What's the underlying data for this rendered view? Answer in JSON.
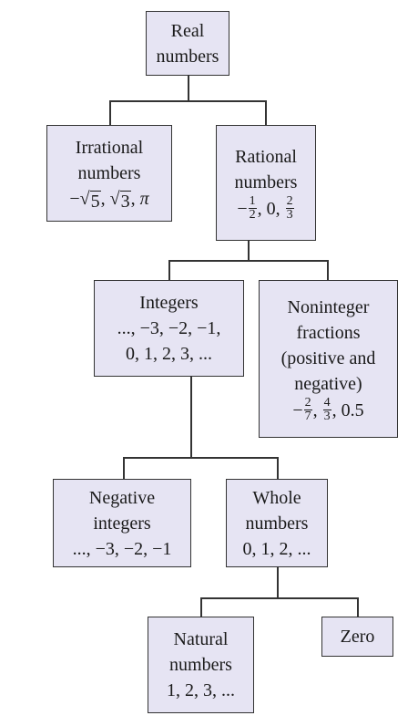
{
  "nodes": {
    "real": {
      "lines": [
        "Real",
        "numbers"
      ]
    },
    "irrational": {
      "lines": [
        "Irrational",
        "numbers"
      ],
      "examples": {
        "minus": "−",
        "rad": "√",
        "a": "5",
        "sep1": ", ",
        "b": "3",
        "sep2": ", ",
        "pi": "π"
      }
    },
    "rational": {
      "lines": [
        "Rational",
        "numbers"
      ],
      "examples": {
        "minus": "−",
        "f1n": "1",
        "f1d": "2",
        "mid": ", 0, ",
        "f2n": "2",
        "f2d": "3"
      }
    },
    "integers": {
      "lines": [
        "Integers",
        "..., −3, −2, −1,",
        "0, 1, 2, 3, ..."
      ]
    },
    "noninteger": {
      "lines": [
        "Noninteger",
        "fractions",
        "(positive and",
        "negative)"
      ],
      "examples": {
        "minus": "−",
        "f1n": "2",
        "f1d": "7",
        "sep": ", ",
        "f2n": "4",
        "f2d": "3",
        "tail": ", 0.5"
      }
    },
    "negative": {
      "lines": [
        "Negative",
        "integers",
        "..., −3, −2, −1"
      ]
    },
    "whole": {
      "lines": [
        "Whole",
        "numbers",
        "0, 1, 2, ..."
      ]
    },
    "natural": {
      "lines": [
        "Natural",
        "numbers",
        "1, 2, 3, ..."
      ]
    },
    "zero": {
      "lines": [
        "Zero"
      ]
    }
  }
}
